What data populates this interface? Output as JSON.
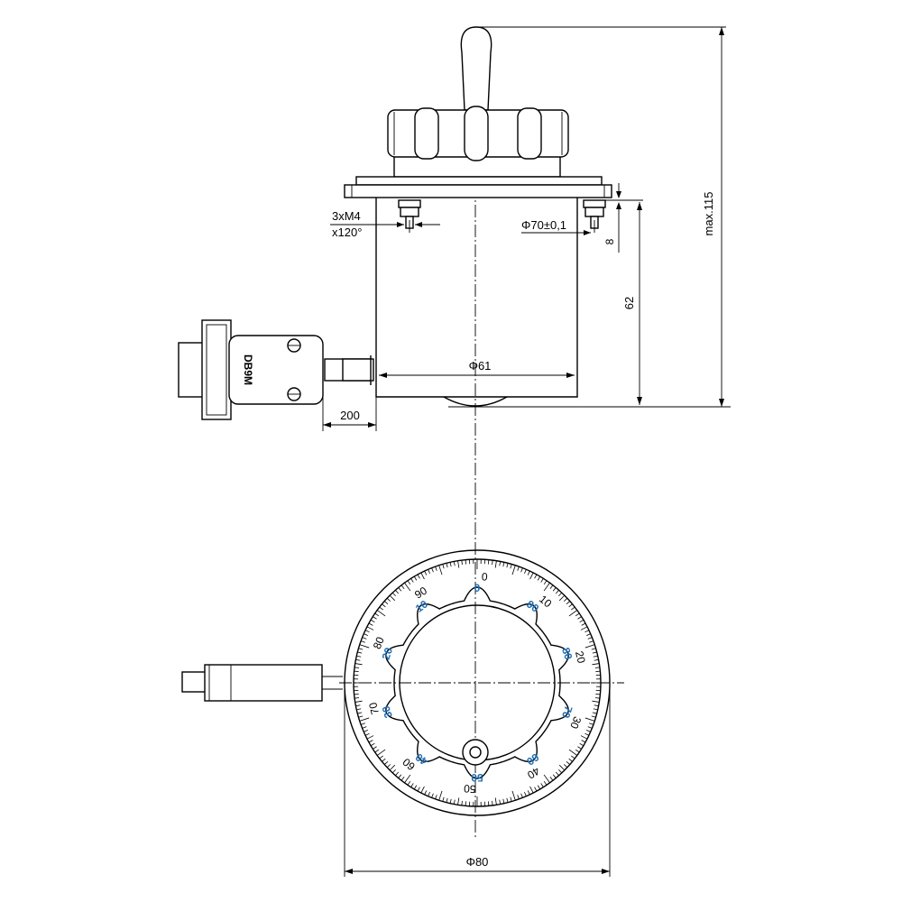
{
  "colors": {
    "line": "#000000",
    "scale_blue": "#1f6fb5",
    "background": "#ffffff"
  },
  "dimensions": {
    "mount_holes": "3xM4",
    "mount_angle": "x120°",
    "bolt_circle": "Φ70±0,1",
    "flange_offset": "8",
    "body_height": "62",
    "total_height": "max.115",
    "body_diameter": "Φ61",
    "cable_length": "200",
    "dial_diameter": "Φ80"
  },
  "connector": {
    "label": "DB9M"
  },
  "scale": {
    "outer_labels": [
      "0",
      "10",
      "20",
      "30",
      "40",
      "50",
      "60",
      "70",
      "80",
      "90"
    ],
    "inner_labels": [
      "0",
      "10",
      "20",
      "30",
      "40",
      "50",
      "60",
      "70",
      "80",
      "90"
    ]
  }
}
